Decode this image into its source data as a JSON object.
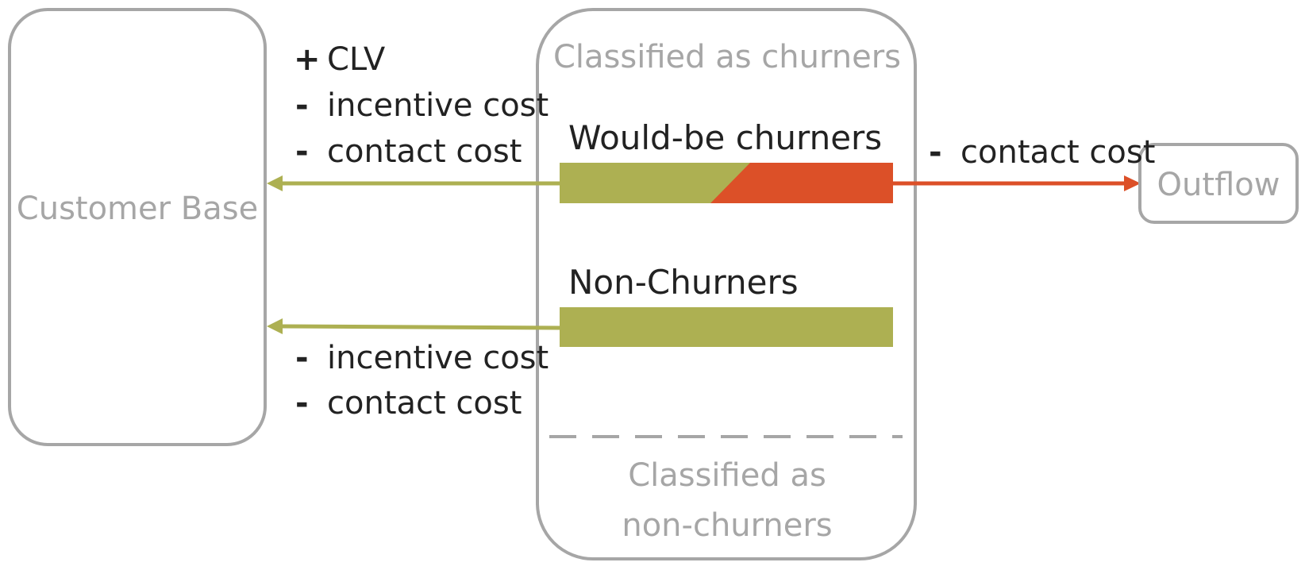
{
  "nodes": {
    "customer_base": "Customer Base",
    "outflow": "Outflow"
  },
  "classified_churners": {
    "title": "Classified as churners",
    "would_be_churners": "Would-be churners",
    "non_churners": "Non-Churners"
  },
  "classified_non_churners": {
    "line1": "Classified as",
    "line2": "non-churners"
  },
  "top_left_costs": {
    "clv": {
      "sign": "+",
      "text": "CLV"
    },
    "incentive": {
      "sign": "-",
      "text": "incentive cost"
    },
    "contact": {
      "sign": "-",
      "text": "contact cost"
    }
  },
  "bottom_left_costs": {
    "incentive": {
      "sign": "-",
      "text": "incentive cost"
    },
    "contact": {
      "sign": "-",
      "text": "contact cost"
    }
  },
  "outflow_cost": {
    "sign": "-",
    "text": "contact cost"
  },
  "colors": {
    "retained": "#adb052",
    "churned": "#dc5028",
    "box_border": "#a6a6a6"
  }
}
